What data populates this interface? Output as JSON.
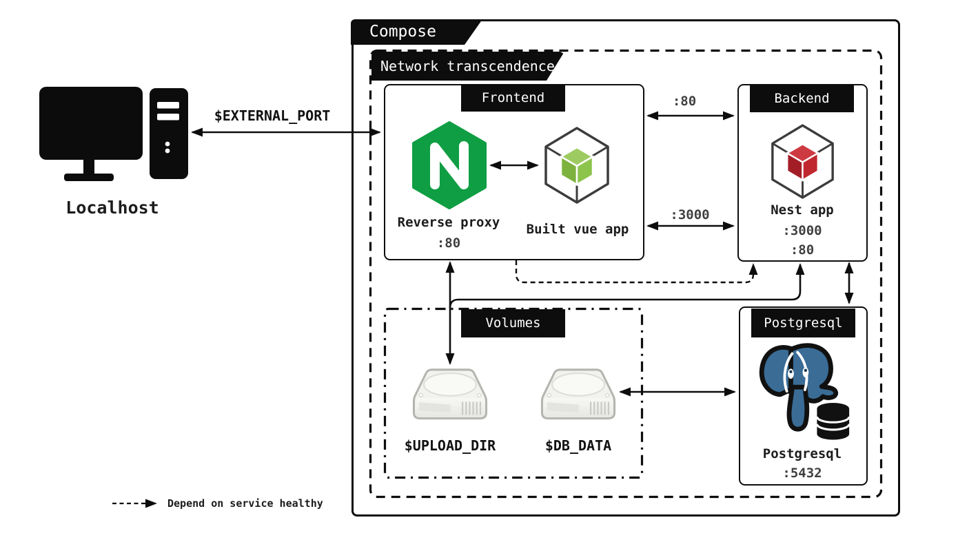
{
  "localhost": {
    "label": "Localhost",
    "icon": "desktop-computer-icon"
  },
  "external_port": {
    "label": "$EXTERNAL_PORT"
  },
  "compose": {
    "label": "Compose"
  },
  "network": {
    "label": "Network transcendence"
  },
  "frontend": {
    "title": "Frontend",
    "nginx_label": "Reverse proxy",
    "nginx_port": ":80",
    "nginx_icon": "nginx-logo-icon",
    "vue_label": "Built vue app",
    "vue_icon": "package-cube-icon-green"
  },
  "backend": {
    "title": "Backend",
    "app_label": "Nest app",
    "port_3000": ":3000",
    "port_80": ":80",
    "app_icon": "package-cube-icon-red"
  },
  "connections": {
    "frontend_backend_http": ":80",
    "frontend_backend_api": ":3000"
  },
  "volumes": {
    "title": "Volumes",
    "upload_label": "$UPLOAD_DIR",
    "db_label": "$DB_DATA",
    "disk_icon": "hard-disk-icon"
  },
  "postgresql": {
    "title": "Postgresql",
    "app_label": "Postgresql",
    "port": ":5432",
    "icon": "postgresql-elephant-icon"
  },
  "legend": {
    "depends_label": "Depend on service healthy"
  },
  "colors": {
    "ink": "#0d0d0d",
    "nginx_green": "#0f9e43",
    "vue_green": "#8cc44c",
    "vue_green_light": "#9dcb62",
    "vue_green_dark": "#7db23e",
    "nest_red": "#c0272f",
    "nest_red_light": "#ce3a42",
    "nest_red_dark": "#a31d26",
    "postgres_blue": "#3a6c96",
    "cube_outline": "#3c3c3c",
    "disk_fill": "#f2f2ef",
    "disk_stroke": "#b4b4b0"
  }
}
